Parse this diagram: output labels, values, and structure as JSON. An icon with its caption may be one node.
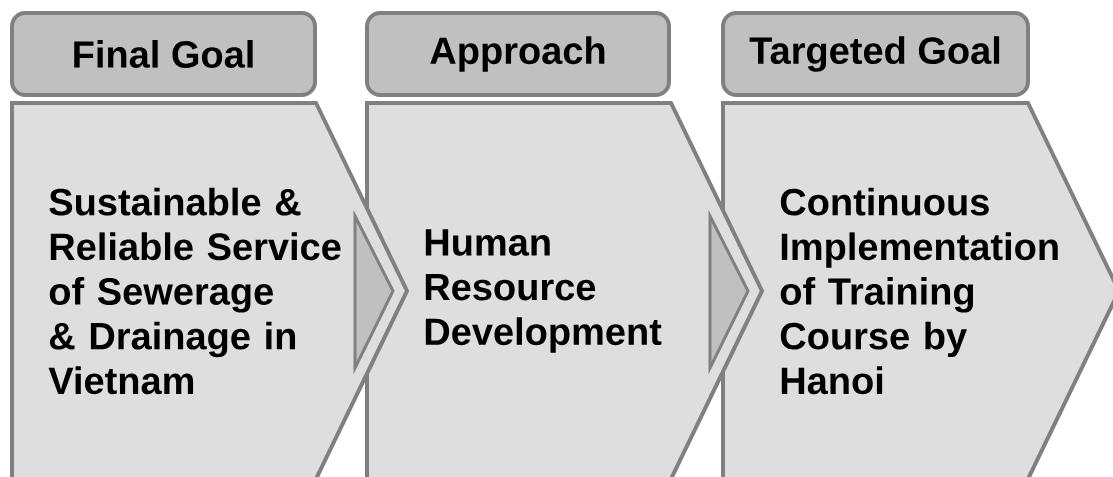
{
  "diagram": {
    "nodes": [
      {
        "text": [
          "Final Goal"
        ]
      },
      {
        "text": [
          "Sustainable & Reliable Service of Sewerage & Drainage in Vietnam"
        ]
      },
      {
        "text": [
          "Approach"
        ]
      },
      {
        "text": [
          "Human Resource Development"
        ]
      },
      {
        "text": [
          "Targeted Goal"
        ]
      },
      {
        "text": [
          "Continuous Implementation of Training Course by Hanoi"
        ]
      }
    ],
    "edges": [
      {
        "from": 1,
        "to": 3,
        "arrow": "to"
      },
      {
        "from": 3,
        "to": 5,
        "arrow": "to"
      }
    ]
  }
}
